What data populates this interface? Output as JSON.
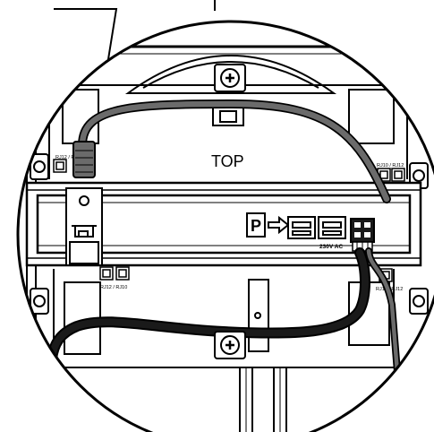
{
  "labels": {
    "top": "TOP",
    "voltage": "230V AC",
    "parking_letter": "P",
    "rj_top_left": "RJ12 / RJ10",
    "rj_top_right": "RJ10 / RJ12",
    "rj_bottom_left": "RJ12 / RJ10",
    "rj_bottom_right": "RJ10 / RJ12"
  },
  "icons": [
    "screw-icon",
    "arrow-right-icon",
    "connector-icon"
  ],
  "colors": {
    "line": "#000000",
    "cable_grey": "#6b6b6b",
    "cable_dark": "#1a1a1a",
    "background": "#ffffff"
  }
}
